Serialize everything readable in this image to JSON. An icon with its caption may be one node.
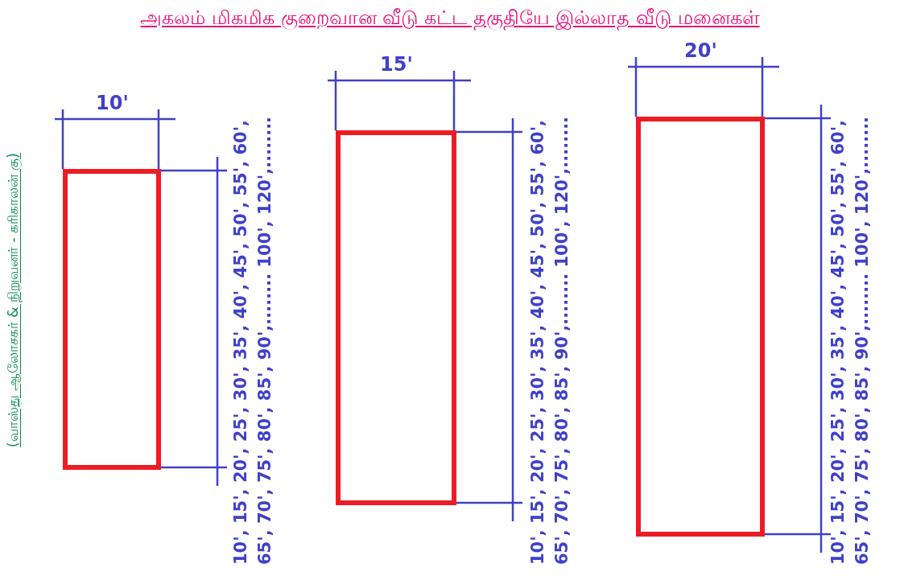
{
  "diagram": {
    "title": "அகலம் மிகமிக குறைவான வீடு கட்ட தகுதியே இல்லாத வீடு மனைகள்",
    "nodes": [
      {
        "text": [],
        "shape": "box",
        "beside": [
          "10'"
        ]
      },
      {
        "text": [],
        "shape": "box",
        "beside": [
          "15'"
        ]
      },
      {
        "text": [],
        "shape": "box",
        "beside": [
          "20'"
        ]
      }
    ],
    "labels": [
      "(வாஸ்து ஆலோசகர் & நிறுவனர் - கரிகாலன் கு)",
      "10', 15', 20', 25', 30', 35', 40', 45', 50', 55', 60', 65', 70', 75', 80', 85', 90',........ 100', 120',........",
      "10', 15', 20', 25', 30', 35', 40', 45', 50', 55', 60', 65', 70', 75', 80', 85', 90',........ 100', 120',........",
      "10', 15', 20', 25', 30', 35', 40', 45', 50', 55', 60', 65', 70', 75', 80', 85', 90',........ 100', 120',........"
    ]
  }
}
